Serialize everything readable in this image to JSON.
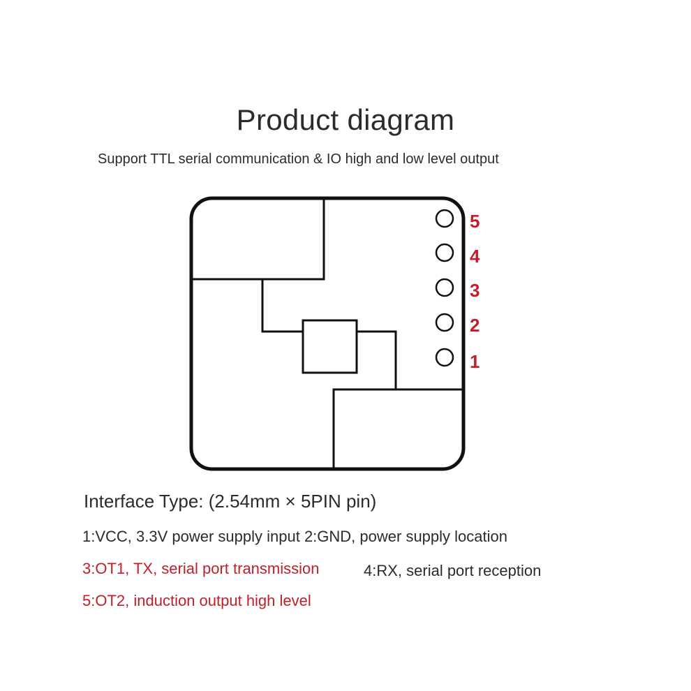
{
  "title": "Product diagram",
  "subtitle": "Support TTL serial communication & IO high and low level output",
  "pins": [
    {
      "label": "5"
    },
    {
      "label": "4"
    },
    {
      "label": "3"
    },
    {
      "label": "2"
    },
    {
      "label": "1"
    }
  ],
  "interface_type": "Interface Type: (2.54mm × 5PIN pin)",
  "descriptions": {
    "pin1_pin2": "1:VCC, 3.3V power supply input 2:GND, power supply location",
    "pin3": "3:OT1, TX, serial port transmission",
    "pin4": "4:RX, serial port reception",
    "pin5": "5:OT2, induction output high level"
  },
  "colors": {
    "accent_red": "#c0202a",
    "text_dark": "#2b2b2b",
    "outline": "#111111"
  }
}
